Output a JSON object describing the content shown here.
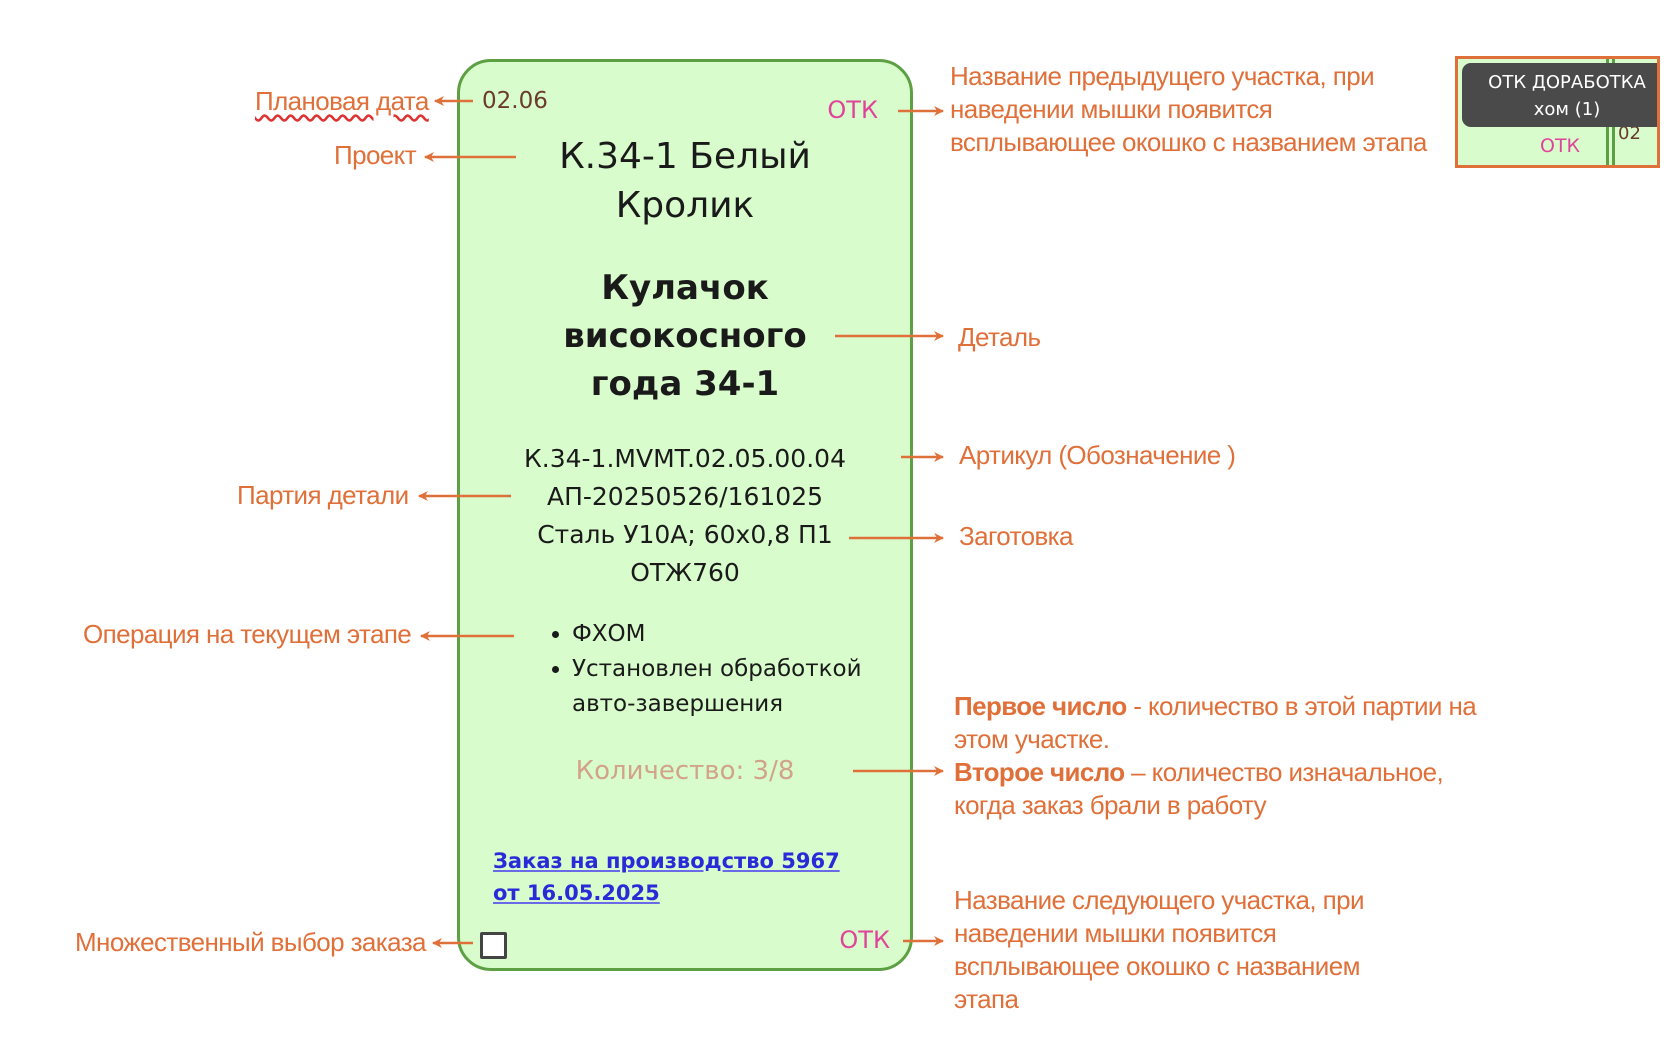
{
  "card": {
    "planned_date": "02.06",
    "prev_stage": "ОТК",
    "project_lines": [
      "К.34-1 Белый",
      "Кролик"
    ],
    "part_lines": [
      "Кулачок",
      "високосного",
      "года 34-1"
    ],
    "article": "К.34-1.MVMT.02.05.00.04",
    "batch": "АП-20250526/161025",
    "blank_lines": [
      "Сталь У10А; 60х0,8 П1",
      "ОТЖ760"
    ],
    "operations": [
      "ФХОМ",
      "Установлен обработкой авто-завершения"
    ],
    "quantity": "Количество: 3/8",
    "order_link": "Заказ на производство 5967 от 16.05.2025",
    "next_stage": "ОТК"
  },
  "inset": {
    "tooltip_line1": "ОТК ДОРАБОТКА",
    "tooltip_line2": "хом (1)",
    "stage": "ОТК",
    "date_fragment": "02"
  },
  "annotations": {
    "planned_date": "Плановая дата",
    "project": "Проект",
    "batch": "Партия детали",
    "operation": "Операция на текущем этапе",
    "multi_select": "Множественный выбор заказа",
    "prev_stage": [
      "Название предыдущего участка, при",
      "наведении мышки появится",
      "всплывающее окошко с названием этапа"
    ],
    "part": "Деталь",
    "article": "Артикул (Обозначение )",
    "blank": "Заготовка",
    "quantity": {
      "first_bold": "Первое число",
      "first_rest": " - количество в этой партии на",
      "first_line2": "этом участке.",
      "second_bold": "Второе число",
      "second_rest": " – количество изначальное,",
      "second_line2": "когда заказ брали в работу"
    },
    "next_stage": [
      "Название следующего участка, при",
      "наведении мышки появится",
      "всплывающее окошко с названием",
      "этапа"
    ]
  },
  "colors": {
    "annotation": "#e0703a",
    "card_bg": "#d8fccc",
    "card_border": "#5da043",
    "stage": "#e0449a",
    "link": "#2a2ad8"
  }
}
